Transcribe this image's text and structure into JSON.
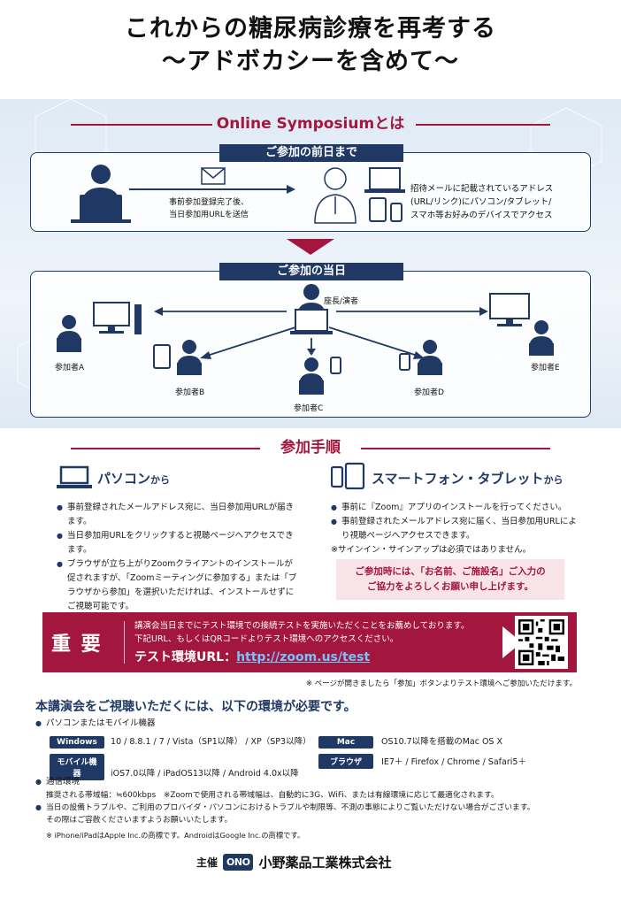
{
  "title": {
    "line1": "これからの糖尿病診療を再考する",
    "line2": "〜アドボカシーを含めて〜"
  },
  "symposium": {
    "heading": "Online Symposiumとは",
    "before": {
      "tag": "ご参加の前日まで",
      "arrow_text_1": "事前参加登録完了後、",
      "arrow_text_2": "当日参加用URLを送信",
      "desc_1": "招待メールに記載されているアドレス",
      "desc_2": "(URL/リンク)にパソコン/タブレット/",
      "desc_3": "スマホ等お好みのデバイスでアクセス"
    },
    "day": {
      "tag": "ご参加の当日",
      "speaker": "座長/演者",
      "participants": [
        "参加者A",
        "参加者B",
        "参加者C",
        "参加者D",
        "参加者E"
      ]
    }
  },
  "procedure": {
    "heading": "参加手順",
    "pc": {
      "title": "パソコン",
      "title_suffix": "から",
      "items": [
        "事前登録されたメールアドレス宛に、当日参加用URLが届きます。",
        "当日参加用URLをクリックすると視聴ページへアクセスできます。",
        "ブラウザが立ち上がりZoomクライアントのインストールが促されますが、「Zoomミーティングに参加する」または「ブラウザから参加」を選択いただければ、インストールせずにご視聴可能です。"
      ]
    },
    "sp": {
      "title": "スマートフォン・タブレット",
      "title_suffix": "から",
      "items": [
        "事前に『Zoom』アプリのインストールを行ってください。",
        "事前登録されたメールアドレス宛に届く、当日参加用URLにより視聴ページへアクセスできます。"
      ],
      "note": "※サインイン・サインアップは必須ではありません。",
      "callout_1": "ご参加時には、「お名前、ご施設名」ご入力の",
      "callout_2": "ご協力をよろしくお願い申し上げます。"
    }
  },
  "important": {
    "label": "重 要",
    "text_1": "講演会当日までにテスト環境での接続テストを実施いただくことをお薦めしております。",
    "text_2": "下記URL、もしくはQRコードよりテスト環境へのアクセスください。",
    "url_label": "テスト環境URL：",
    "url": "http://zoom.us/test",
    "footnote": "※ ページが開きましたら「参加」ボタンよりテスト環境へご参加いただけます。"
  },
  "environment": {
    "heading": "本講演会をご視聴いただくには、以下の環境が必要です。",
    "device_label": "パソコンまたはモバイル機器",
    "rows": [
      {
        "tag": "Windows",
        "value": "10 / 8.8.1 / 7  / Vista（SP1以降） / XP（SP3以降）"
      },
      {
        "tag": "Mac",
        "value": "OS10.7以降を搭載のMac OS X"
      },
      {
        "tag": "モバイル機器",
        "value": "iOS7.0以降 / iPadOS13以降 / Android 4.0x以降"
      },
      {
        "tag": "ブラウザ",
        "value": "IE7＋ / Firefox / Chrome / Safari5＋"
      }
    ],
    "network_label": "通信環境",
    "network_text": "推奨される帯域幅：≒600kbps　※Zoomで使用される帯域幅は、自動的に3G、WiFi、または有線環境に応じて最適化されます。",
    "trouble_1": "当日の設備トラブルや、ご利用のプロバイダ・パソコンにおけるトラブルや制限等、不測の事態によりご覧いただけない場合がございます。",
    "trouble_2": "その際はご容赦くださいますようお願いいたします。",
    "trademark": "※ iPhone/iPadはApple Inc.の商標です。AndroidはGoogle Inc.の商標です。"
  },
  "sponsor": {
    "label": "主催",
    "logo": "ONO",
    "company": "小野薬品工業株式会社"
  },
  "colors": {
    "navy": "#1f3864",
    "crimson": "#a3173e",
    "band": "#e6eef7"
  }
}
